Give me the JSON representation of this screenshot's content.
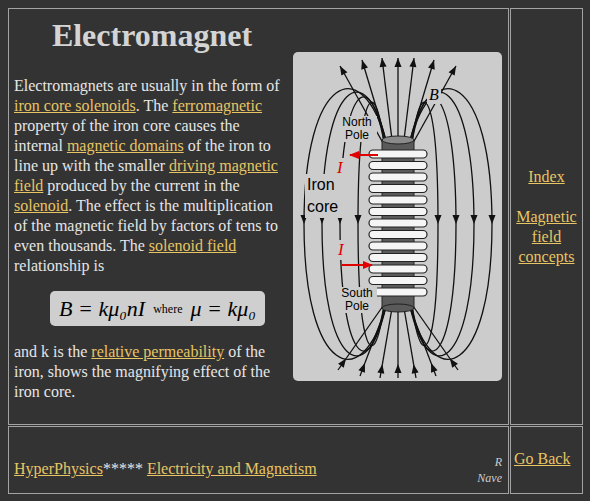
{
  "diagram": {
    "title": "Electromagnet",
    "nodes": [
      {
        "text": [
          "Electromagnets are usually in the form of",
          "iron core solenoids",
          ". The",
          "ferromagnetic",
          "property of the iron core causes the internal",
          "magnetic domains",
          "of the iron to line up with the smaller",
          "driving magnetic field",
          "produced by the current in the",
          "solenoid",
          ". The effect is the multiplication of the magnetic field by factors of tens to even thousands. The",
          "solenoid field",
          "relationship is",
          "and k is the",
          "relative permeability",
          "of the iron, shows the magnifying effect of the iron core."
        ]
      },
      {
        "text": [
          "B = kμ₀nI",
          "where",
          "μ = kμ₀"
        ],
        "in": 0
      },
      {
        "text": [
          "Index",
          "Magnetic field concepts"
        ]
      },
      {
        "text": [
          "HyperPhysics",
          "*****",
          "Electricity and Magnetism",
          "R Nave"
        ]
      },
      {
        "text": [
          "Go Back"
        ]
      }
    ],
    "labels": [
      "North Pole",
      "I",
      "Iron core",
      "B",
      "I",
      "South Pole"
    ]
  }
}
